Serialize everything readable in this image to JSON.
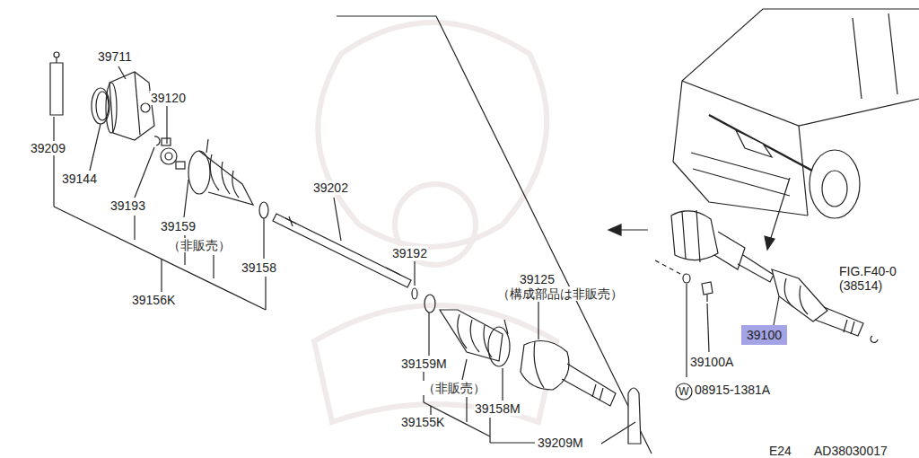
{
  "diagram": {
    "nodes": [
      {
        "text": [
          "39100"
        ]
      },
      {
        "text": [
          "W"
        ]
      }
    ],
    "labels": [
      "39711",
      "39209",
      "39120",
      "39144",
      "39193",
      "39159",
      "（非販売）",
      "39158",
      "39156K",
      "39202",
      "39192",
      "39125",
      "（構成部品は非販売）",
      "39159M",
      "（非販売）",
      "39158M",
      "39155K",
      "39209M",
      "FIG.F40-0",
      "(38514)",
      "39100A",
      "08915-1381A",
      "E24",
      "AD38030017"
    ]
  }
}
